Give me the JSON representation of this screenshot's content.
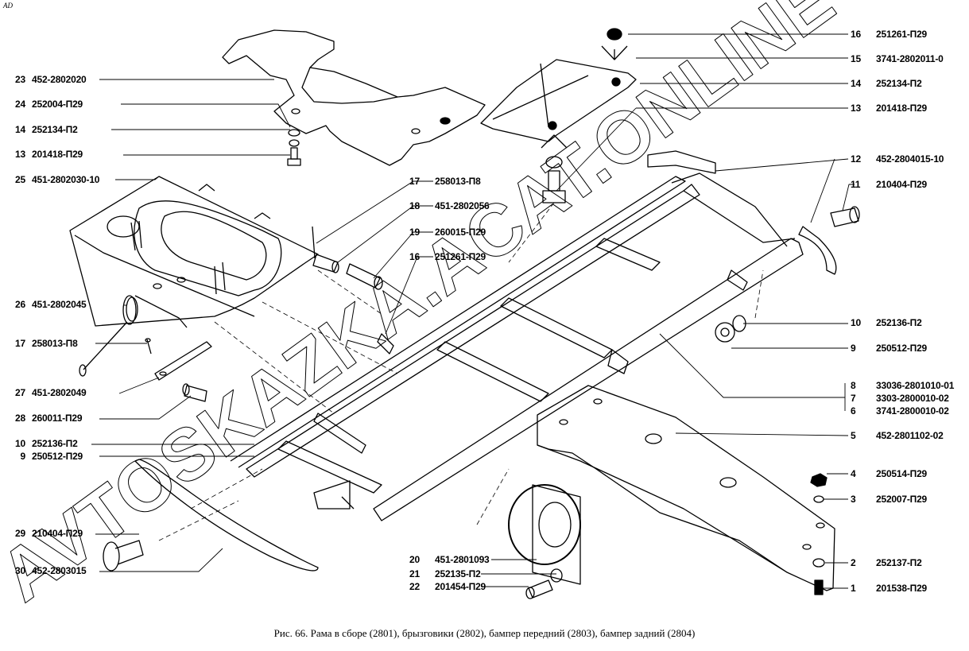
{
  "corner_mark": "AD",
  "watermark": "AVTOSKAZKA.ACAT.ONLINE",
  "caption": "Рис. 66. Рама в сборе (2801), брызговики (2802), бампер передний (2803), бампер задний (2804)",
  "callouts_left": [
    {
      "num": "23",
      "part": "452-2802020"
    },
    {
      "num": "24",
      "part": "252004-П29"
    },
    {
      "num": "14",
      "part": "252134-П2"
    },
    {
      "num": "13",
      "part": "201418-П29"
    },
    {
      "num": "25",
      "part": "451-2802030-10"
    },
    {
      "num": "26",
      "part": "451-2802045"
    },
    {
      "num": "17",
      "part": "258013-П8"
    },
    {
      "num": "27",
      "part": "451-2802049"
    },
    {
      "num": "28",
      "part": "260011-П29"
    },
    {
      "num": "10",
      "part": "252136-П2"
    },
    {
      "num": "9",
      "part": "250512-П29"
    },
    {
      "num": "29",
      "part": "210404-П29"
    },
    {
      "num": "30",
      "part": "452-2803015"
    }
  ],
  "callouts_center": [
    {
      "num": "17",
      "part": "258013-П8"
    },
    {
      "num": "18",
      "part": "451-2802056"
    },
    {
      "num": "19",
      "part": "260015-П29"
    },
    {
      "num": "16",
      "part": "251261-П29"
    },
    {
      "num": "20",
      "part": "451-2801093"
    },
    {
      "num": "21",
      "part": "252135-П2"
    },
    {
      "num": "22",
      "part": "201454-П29"
    }
  ],
  "callouts_right": [
    {
      "num": "16",
      "part": "251261-П29"
    },
    {
      "num": "15",
      "part": "3741-2802011-0"
    },
    {
      "num": "14",
      "part": "252134-П2"
    },
    {
      "num": "13",
      "part": "201418-П29"
    },
    {
      "num": "12",
      "part": "452-2804015-10"
    },
    {
      "num": "11",
      "part": "210404-П29"
    },
    {
      "num": "10",
      "part": "252136-П2"
    },
    {
      "num": "9",
      "part": "250512-П29"
    },
    {
      "num": "8",
      "part": "33036-2801010-01"
    },
    {
      "num": "7",
      "part": "3303-2800010-02"
    },
    {
      "num": "6",
      "part": "3741-2800010-02"
    },
    {
      "num": "5",
      "part": "452-2801102-02"
    },
    {
      "num": "4",
      "part": "250514-П29"
    },
    {
      "num": "3",
      "part": "252007-П29"
    },
    {
      "num": "2",
      "part": "252137-П2"
    },
    {
      "num": "1",
      "part": "201538-П29"
    }
  ]
}
